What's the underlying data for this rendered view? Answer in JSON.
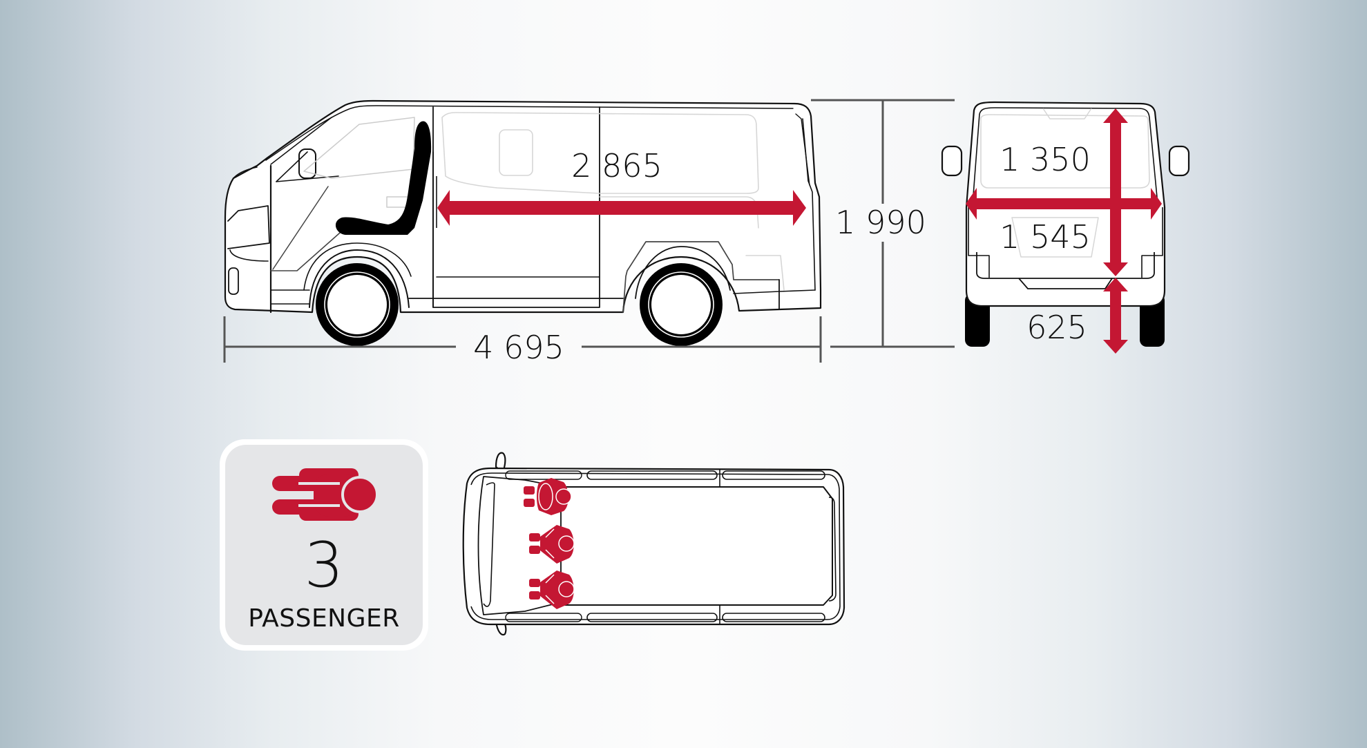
{
  "colors": {
    "accent_red": "#c41733",
    "dimension_line": "#555555",
    "outline": "#111111",
    "badge_bg": "#e5e6e8",
    "background_edge": "#aebfc8",
    "background_center": "#fcfcfc"
  },
  "side_view": {
    "overall_length_label": "4 695",
    "cargo_length_label": "2 865",
    "overall_height_label": "1 990"
  },
  "rear_view": {
    "door_opening_height_label": "1 350",
    "door_opening_width_label": "1 545",
    "load_floor_height_label": "625"
  },
  "top_view": {
    "occupants": 3,
    "occupant_icon": "person-seated-icon"
  },
  "badge": {
    "icon": "speed-passenger-icon",
    "count": "3",
    "label": "PASSENGER"
  }
}
